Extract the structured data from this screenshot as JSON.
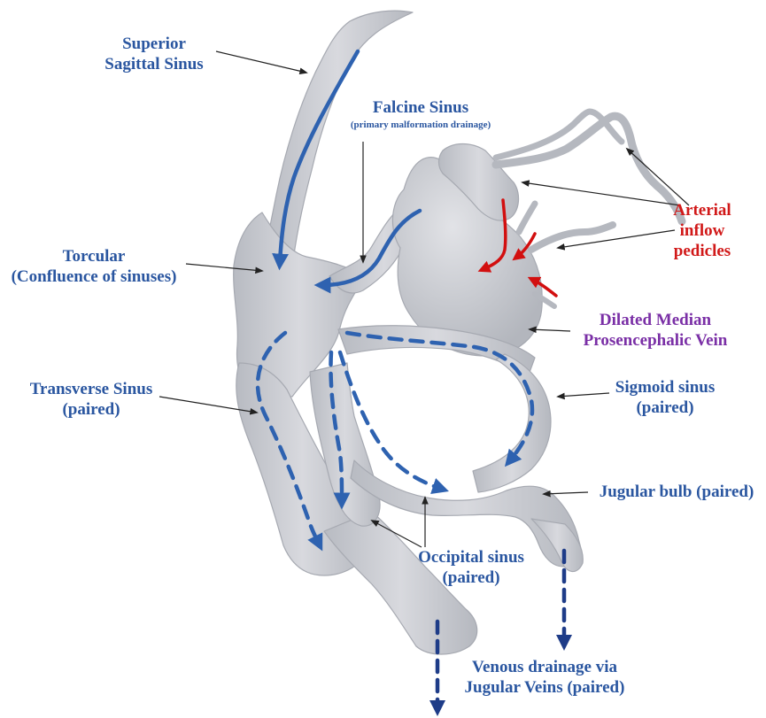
{
  "colors": {
    "vessel_fill": "#c9cbd1",
    "vessel_edge": "#a9acb4",
    "venous_arrow": "#2e62b0",
    "arterial_arrow": "#d20f0f",
    "drainage_arrow": "#1e3c88",
    "label_blue": "#2a56a0",
    "label_red": "#d11919",
    "label_purple": "#7a2fa6"
  },
  "labels": {
    "superior_sagittal": [
      "Superior",
      "Sagittal Sinus"
    ],
    "falcine": "Falcine Sinus",
    "falcine_note": "(primary malformation drainage)",
    "arterial": [
      "Arterial",
      "inflow",
      "pedicles"
    ],
    "torcular": [
      "Torcular",
      "(Confluence of sinuses)"
    ],
    "median_vein": [
      "Dilated Median",
      "Prosencephalic Vein"
    ],
    "transverse": [
      "Transverse Sinus",
      "(paired)"
    ],
    "sigmoid": [
      "Sigmoid sinus",
      "(paired)"
    ],
    "jugular_bulb": "Jugular bulb (paired)",
    "occipital": [
      "Occipital sinus",
      "(paired)"
    ],
    "drainage": [
      "Venous drainage via",
      "Jugular Veins (paired)"
    ]
  }
}
